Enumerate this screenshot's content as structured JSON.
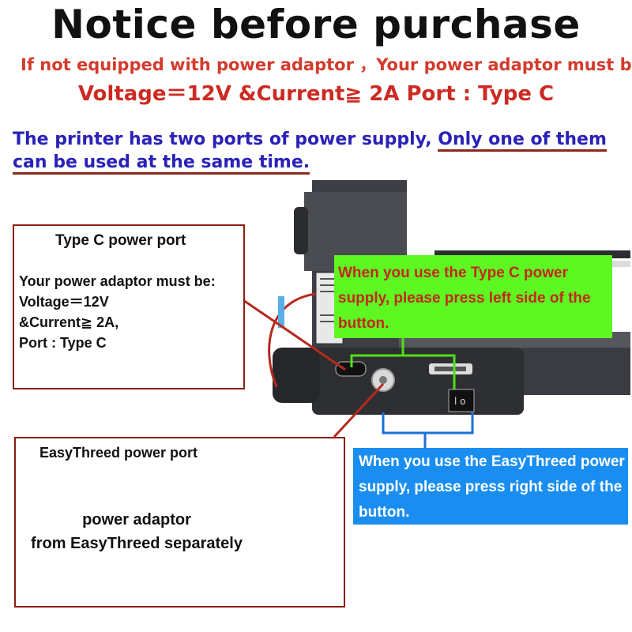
{
  "header": {
    "title": "Notice before purchase",
    "subtitle_line1": "If not equipped with power adaptor ，Your power adaptor must be:",
    "subtitle_line2": "Voltage＝12V &Current≧ 2A   Port : Type C"
  },
  "warning": {
    "text_plain": "The printer has two ports of power supply, ",
    "text_underlined_1": "Only one of them",
    "text_underlined_2": "can be used at the same time."
  },
  "typec_callout": {
    "title": "Type C power port",
    "line1": "Your power adaptor must be:",
    "line2": "Voltage＝12V",
    "line3": "&Current≧ 2A,",
    "line4": "Port : Type C"
  },
  "easythreed_callout": {
    "title": "EasyThreed power port",
    "adaptor_line1": "power adaptor",
    "adaptor_line2": "from EasyThreed separately"
  },
  "green_note": {
    "text": "When you use the Type C power supply, please press left side of the button."
  },
  "blue_note": {
    "text": "When you use the EasyThreed power supply, please press right side of the button."
  },
  "colors": {
    "title": "#111111",
    "subtitle": "#d33b2c",
    "warning": "#2a22b8",
    "green_note_bg": "#5ef722",
    "blue_note_bg": "#1a8ef0",
    "callout_border": "#8b1d12"
  }
}
